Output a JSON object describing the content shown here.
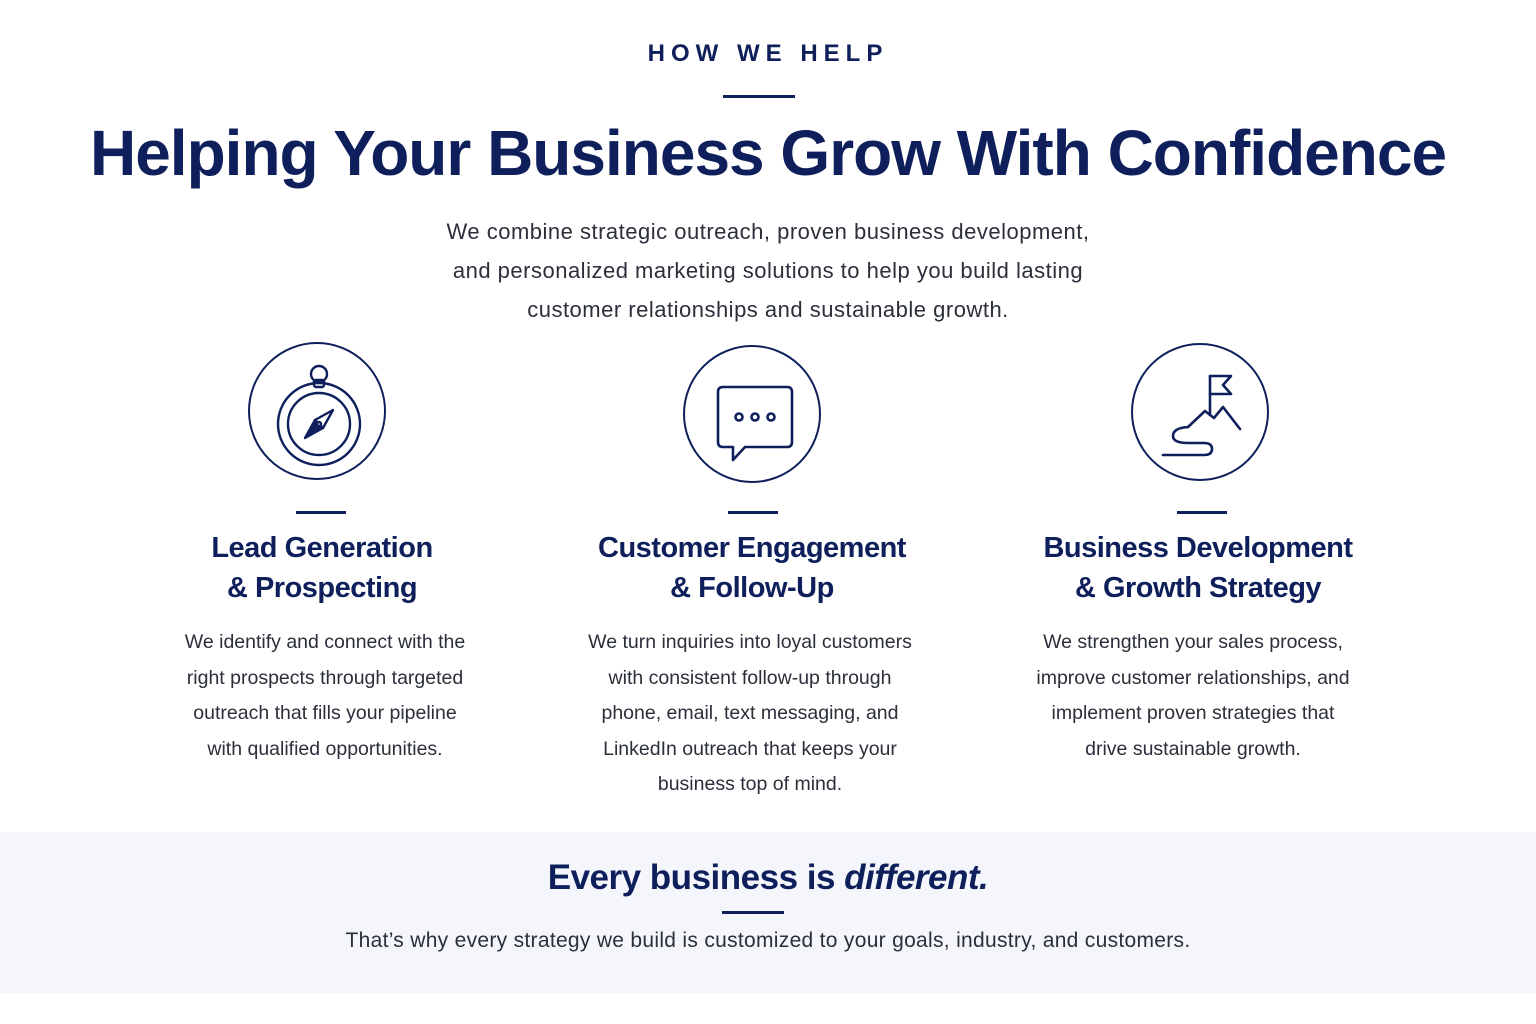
{
  "section": {
    "eyebrow": "HOW WE HELP",
    "headline": "Helping Your Business Grow With Confidence",
    "intro_lines": [
      "We combine strategic outreach, proven business development,",
      "and personalized marketing solutions to help you build lasting",
      "customer relationships and sustainable growth."
    ]
  },
  "cards": [
    {
      "icon": "compass-icon",
      "title_lines": [
        "Lead Generation",
        "& Prospecting"
      ],
      "text_lines": [
        "We identify and connect with the",
        "right prospects through targeted",
        "outreach that fills your pipeline",
        "with qualified opportunities."
      ]
    },
    {
      "icon": "chat-bubble-icon",
      "title_lines": [
        "Customer Engagement",
        "& Follow-Up"
      ],
      "text_lines": [
        "We turn inquiries into loyal customers",
        "with consistent follow-up through",
        "phone, email, text messaging, and",
        "LinkedIn outreach that keeps your",
        "business top of mind."
      ]
    },
    {
      "icon": "flag-path-icon",
      "title_lines": [
        "Business Development",
        "& Growth Strategy"
      ],
      "text_lines": [
        "We strengthen your sales process,",
        "improve customer relationships, and",
        "implement proven strategies that",
        "drive sustainable growth."
      ]
    }
  ],
  "closing": {
    "title_prefix": "Every business is ",
    "title_emphasis": "different.",
    "text": "That’s why every strategy we build is customized to your goals, industry, and customers."
  },
  "colors": {
    "navy": "#0e1f5b",
    "body_text": "#2b2f3a",
    "band_background": "#f4f6fb"
  }
}
